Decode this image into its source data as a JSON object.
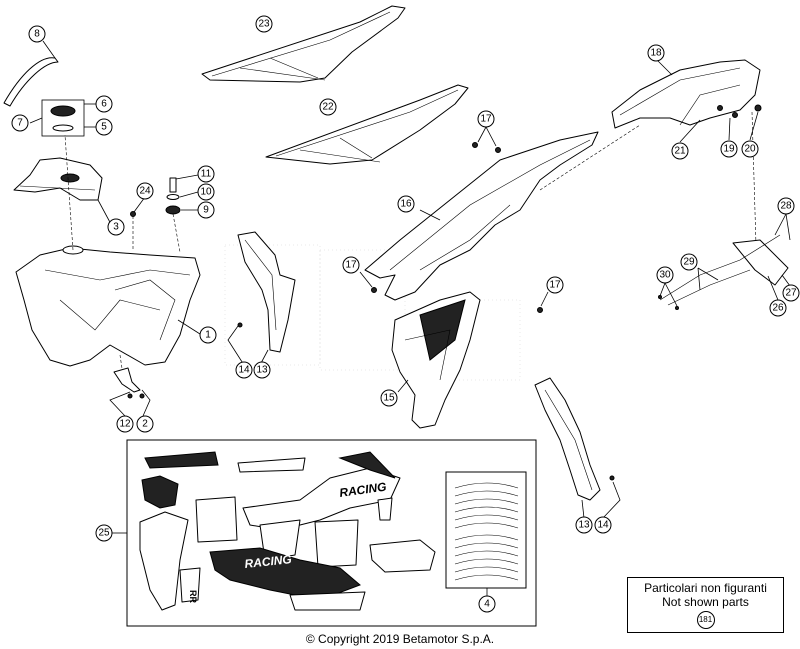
{
  "footer": {
    "copyright": "© Copyright 2019 Betamotor S.p.A."
  },
  "not_shown": {
    "line1": "Particolari non figuranti",
    "line2": "Not shown parts",
    "number": "181"
  },
  "decal_kit_text": {
    "brand": "RACING",
    "model": "RR"
  },
  "callouts": [
    {
      "id": "c1",
      "label": "1"
    },
    {
      "id": "c2",
      "label": "2"
    },
    {
      "id": "c3",
      "label": "3"
    },
    {
      "id": "c4",
      "label": "4"
    },
    {
      "id": "c5",
      "label": "5"
    },
    {
      "id": "c6",
      "label": "6"
    },
    {
      "id": "c7",
      "label": "7"
    },
    {
      "id": "c8",
      "label": "8"
    },
    {
      "id": "c9",
      "label": "9"
    },
    {
      "id": "c10",
      "label": "10"
    },
    {
      "id": "c11",
      "label": "11"
    },
    {
      "id": "c12",
      "label": "12"
    },
    {
      "id": "c13a",
      "label": "13"
    },
    {
      "id": "c13b",
      "label": "13"
    },
    {
      "id": "c14a",
      "label": "14"
    },
    {
      "id": "c14b",
      "label": "14"
    },
    {
      "id": "c15",
      "label": "15"
    },
    {
      "id": "c16",
      "label": "16"
    },
    {
      "id": "c17a",
      "label": "17"
    },
    {
      "id": "c17b",
      "label": "17"
    },
    {
      "id": "c17c",
      "label": "17"
    },
    {
      "id": "c18",
      "label": "18"
    },
    {
      "id": "c19",
      "label": "19"
    },
    {
      "id": "c20",
      "label": "20"
    },
    {
      "id": "c21",
      "label": "21"
    },
    {
      "id": "c22",
      "label": "22"
    },
    {
      "id": "c23",
      "label": "23"
    },
    {
      "id": "c24",
      "label": "24"
    },
    {
      "id": "c25",
      "label": "25"
    },
    {
      "id": "c26",
      "label": "26"
    },
    {
      "id": "c27",
      "label": "27"
    },
    {
      "id": "c28",
      "label": "28"
    },
    {
      "id": "c29",
      "label": "29"
    },
    {
      "id": "c30",
      "label": "30"
    }
  ]
}
